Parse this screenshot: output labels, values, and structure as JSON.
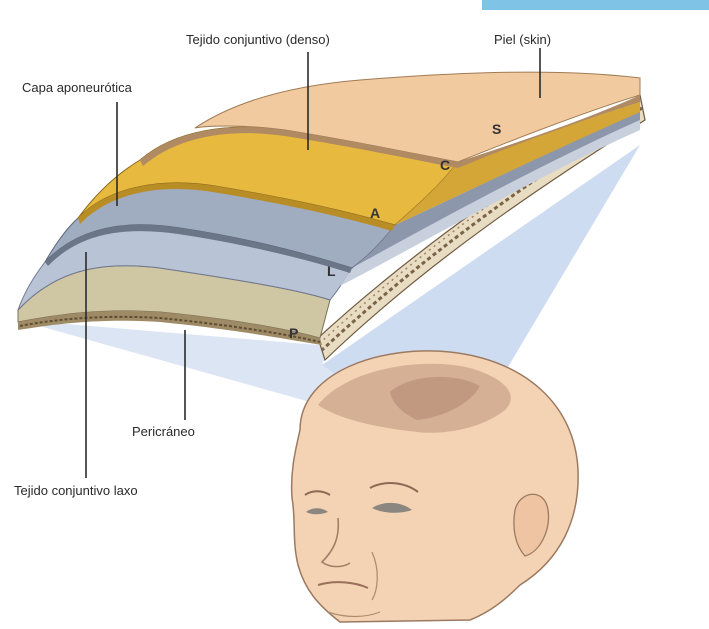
{
  "labels": {
    "dense_connective": "Tejido conjuntivo (denso)",
    "skin": "Piel (skin)",
    "aponeurotic_layer": "Capa aponeurótica",
    "pericranium": "Pericráneo",
    "loose_connective": "Tejido conjuntivo laxo"
  },
  "layer_letters": {
    "skin": "S",
    "connective": "C",
    "aponeurosis": "A",
    "loose": "L",
    "pericranium": "P"
  },
  "colors": {
    "skin": "#f1caa0",
    "connective": "#e7b93f",
    "aponeurosis": "#a0acbf",
    "loose": "#b9c3d6",
    "pericranium": "#cfc6a3",
    "bone": "#e8dcc3",
    "projection": "#c9d8ef",
    "face": "#f4d3b4"
  }
}
